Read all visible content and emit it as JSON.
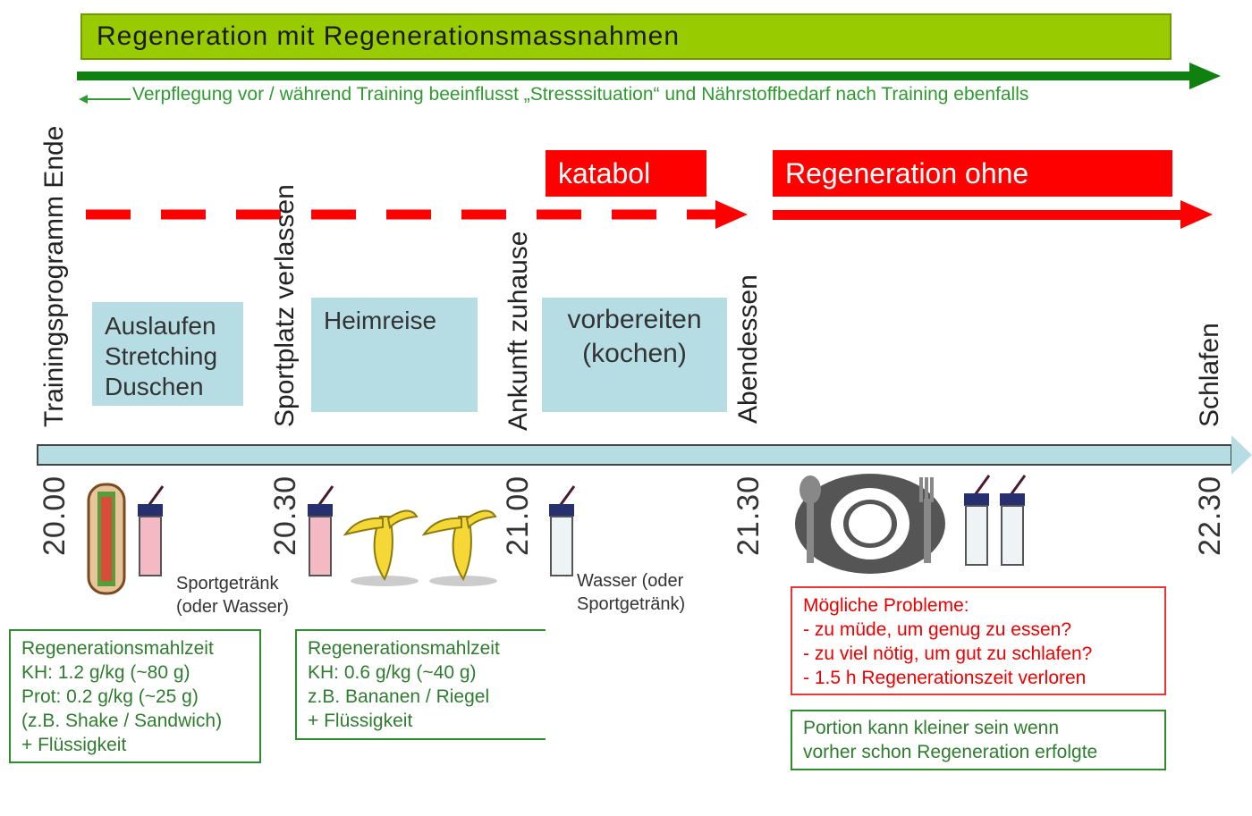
{
  "header": {
    "title": "Regeneration mit Regenerationsmassnahmen"
  },
  "green_note": "Verpflegung vor / während Training beeinflusst „Stresssituation“ und Nährstoffbedarf nach Training ebenfalls",
  "red_labels": {
    "katabol": "katabol",
    "regeneration_ohne": "Regeneration ohne"
  },
  "events": {
    "training_ende": "Trainingsprogramm Ende",
    "sportplatz": "Sportplatz verlassen",
    "ankunft": "Ankunft zuhause",
    "abendessen": "Abendessen",
    "schlafen": "Schlafen"
  },
  "activities": {
    "box1": [
      "Auslaufen",
      "Stretching",
      "Duschen"
    ],
    "box2": [
      "Heimreise"
    ],
    "box3": [
      "vorbereiten",
      "(kochen)"
    ]
  },
  "times": [
    "20.00",
    "20.30",
    "21.00",
    "21.30",
    "22.30"
  ],
  "drink_notes": {
    "note1": [
      "Sportgetränk",
      "(oder Wasser)"
    ],
    "note2": [
      "Wasser (oder",
      "Sportgetränk)"
    ]
  },
  "info_boxes": {
    "meal1": [
      "Regenerationsmahlzeit",
      "KH: 1.2 g/kg (~80 g)",
      "Prot: 0.2 g/kg (~25 g)",
      "(z.B. Shake / Sandwich)",
      "+ Flüssigkeit"
    ],
    "meal2": [
      "Regenerationsmahlzeit",
      "KH: 0.6 g/kg (~40 g)",
      "z.B. Bananen / Riegel",
      "+ Flüssigkeit"
    ],
    "problems": [
      "Mögliche Probleme:",
      "- zu müde, um genug zu essen?",
      "- zu viel nötig, um gut zu schlafen?",
      "- 1.5 h Regenerationszeit verloren"
    ],
    "portion": [
      "Portion kann kleiner sein wenn",
      "vorher schon Regeneration erfolgte"
    ]
  },
  "colors": {
    "green_bar": "#99cc00",
    "green_arrow": "#108010",
    "red": "#ff0000",
    "activity": "#b7dde4",
    "timeline": "#b7dde4"
  },
  "icons": [
    "sandwich-icon",
    "drink-glass-icon",
    "banana-icon",
    "plate-cutlery-icon"
  ]
}
